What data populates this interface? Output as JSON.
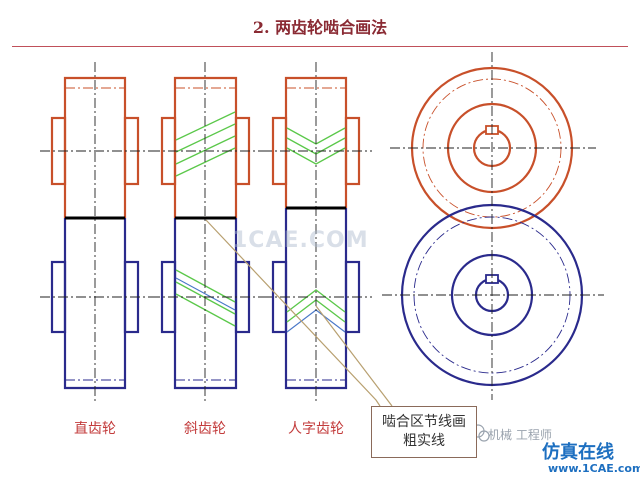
{
  "title": "2. 两齿轮啮合画法",
  "gear_labels": {
    "spur": "直齿轮",
    "helical": "斜齿轮",
    "herringbone": "人字齿轮"
  },
  "callout": {
    "line1": "啮合区节线画",
    "line2": "粗实线"
  },
  "watermark": "1CAE.COM",
  "brand_text": "机械 工程师",
  "site_logo": "仿真在线",
  "site_url": "www.1CAE.com",
  "colors": {
    "upper_gear": "#c8502a",
    "lower_gear": "#2a2a8c",
    "teeth_lines": "#5bc84a",
    "title": "#8a2a33",
    "caption": "#c33c3c"
  }
}
